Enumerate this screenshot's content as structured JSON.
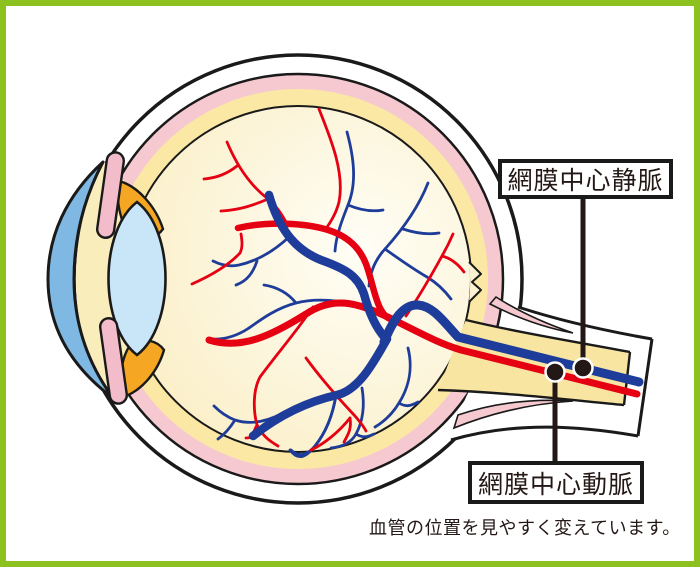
{
  "diagram": {
    "title_implied": "eye-cross-section-diagram",
    "labels": {
      "vein": "網膜中心静脈",
      "artery": "網膜中心動脈"
    },
    "caption": "血管の位置を見やすく変えています。",
    "parts": {
      "sclera": "strong-membrane-white-outer-ring",
      "choroid": "pink-middle-ring",
      "retina": "yellow-inner-ring",
      "vitreous": "cream-interior",
      "cornea": "blue-left-crescent",
      "lens": "light-blue-lens",
      "iris": "pink-flaps",
      "ciliary_body": "orange-blobs",
      "optic_nerve": "yellow-core-white-sheath"
    },
    "colors": {
      "frame_green": "#8CC11F",
      "artery_red": "#E50012",
      "vein_blue": "#1E3C99",
      "choroid_pink": "#F5C9CF",
      "retina_yellow": "#FBE8A4",
      "vitreous_cream": "#FAEDBE",
      "cornea_blue": "#7FB9E3",
      "lens_blue": "#C9E5F8",
      "ciliary_orange": "#F5A623",
      "iris_pink": "#F2BCCA",
      "outline_black": "#1A1A1A",
      "text_black": "#231815"
    }
  }
}
